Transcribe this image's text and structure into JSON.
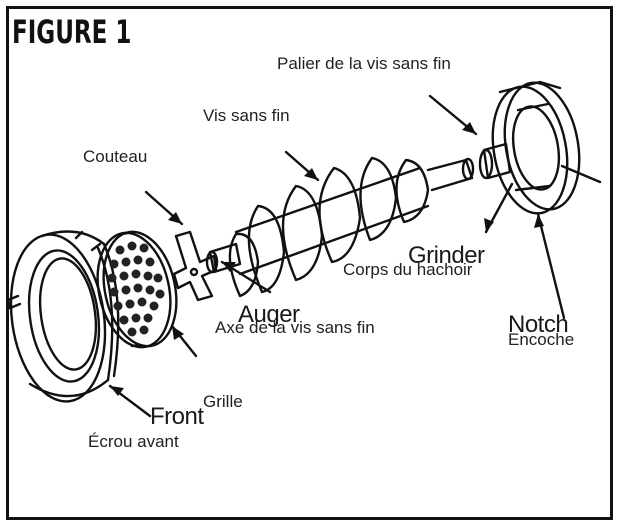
{
  "figure": {
    "title": "FIGURE 1"
  },
  "labels": {
    "palier": "Palier de la vis sans fin",
    "vis_sans_fin": "Vis sans fin",
    "couteau": "Couteau",
    "grinder": "Grinder",
    "corps_hachoir": "Corps du hachoir",
    "auger": "Auger",
    "axe_vis": "Axe de la vis sans fin",
    "notch": "Notch",
    "encoche": "Encoche",
    "grille": "Grille",
    "front": "Front",
    "ecrou_avant": "Écrou avant"
  },
  "colors": {
    "ink": "#111111",
    "paper": "#ffffff"
  }
}
